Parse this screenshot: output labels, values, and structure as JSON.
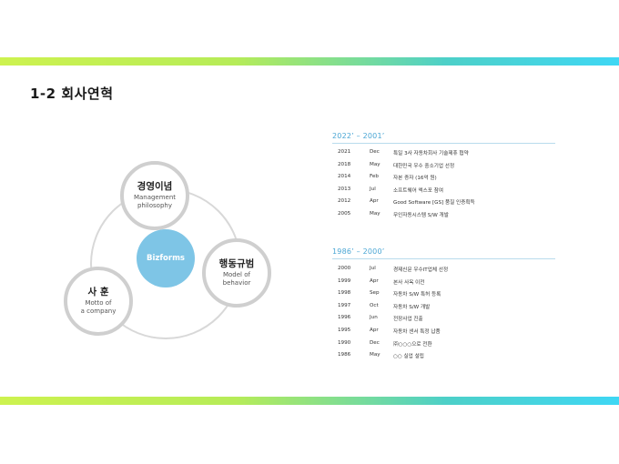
{
  "page": {
    "title": "1-2 회사연혁",
    "colors": {
      "accent_green": "#c6f24f",
      "accent_cyan": "#3fd7f4",
      "center": "#7ec5e6",
      "section": "#4aa6d4"
    }
  },
  "diagram": {
    "center": "Bizforms",
    "nodes": [
      {
        "kr": "경영이념",
        "en": "Management\nphilosophy"
      },
      {
        "kr": "행동규범",
        "en": "Model of\nbehavior"
      },
      {
        "kr": "사 훈",
        "en": "Motto of\na company"
      }
    ]
  },
  "history": {
    "sections": [
      {
        "heading": "2022’ – 2001’",
        "rows": [
          {
            "year": "2021",
            "month": "Dec",
            "event": "특일 3사 자동차회사 기술제휴 협약"
          },
          {
            "year": "2018",
            "month": "May",
            "event": "대한민국 우수 중소기업 선정"
          },
          {
            "year": "2014",
            "month": "Feb",
            "event": "자본 증자 (16억 원)"
          },
          {
            "year": "2013",
            "month": "Jul",
            "event": "소프트웨어 엑스포 참여"
          },
          {
            "year": "2012",
            "month": "Apr",
            "event": "Good Software [GS] 품질 인증획득"
          },
          {
            "year": "2005",
            "month": "May",
            "event": "무인자동시스템 S/W 개발"
          }
        ]
      },
      {
        "heading": "1986’ – 2000’",
        "rows": [
          {
            "year": "2000",
            "month": "Jul",
            "event": "경제신문 우수IT업체 선정"
          },
          {
            "year": "1999",
            "month": "Apr",
            "event": "본사 사옥 이전"
          },
          {
            "year": "1998",
            "month": "Sep",
            "event": "자동차 S/W 특허 등록"
          },
          {
            "year": "1997",
            "month": "Oct",
            "event": "자동차 S/W 개발"
          },
          {
            "year": "1996",
            "month": "Jun",
            "event": "전장사업 진출"
          },
          {
            "year": "1995",
            "month": "Apr",
            "event": "자동차 센서 특정 납품"
          },
          {
            "year": "1990",
            "month": "Dec",
            "event": "㈜○○○으로 전환"
          },
          {
            "year": "1986",
            "month": "May",
            "event": "○○ 실업 설립"
          }
        ]
      }
    ]
  }
}
